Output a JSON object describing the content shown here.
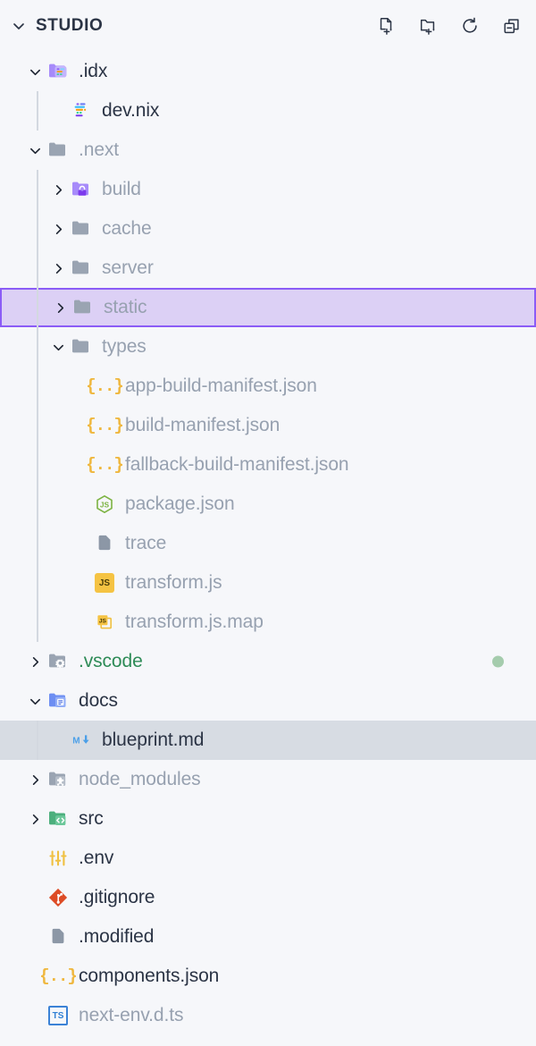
{
  "header": {
    "title": "STUDIO",
    "chevron_icon": "chevron-down-icon",
    "actions": [
      {
        "name": "new-file-button",
        "icon": "new-file-icon"
      },
      {
        "name": "new-folder-button",
        "icon": "new-folder-icon"
      },
      {
        "name": "refresh-button",
        "icon": "refresh-icon"
      },
      {
        "name": "collapse-all-button",
        "icon": "collapse-all-icon"
      }
    ]
  },
  "colors": {
    "background": "#f6f7fa",
    "text": "#2b3445",
    "text_dim": "#97a1b0",
    "text_added": "#2e8b57",
    "selection_bg": "#dcd0f5",
    "selection_border": "#8b5cf6",
    "active_bg": "#d7dce3",
    "status_dot": "#a5ccad"
  },
  "tree": [
    {
      "label": ".idx",
      "level": 1,
      "type": "folder",
      "twisty": "expanded",
      "icon": "folder-idx-icon",
      "state": "normal"
    },
    {
      "label": "dev.nix",
      "level": 2,
      "type": "file",
      "twisty": "none",
      "icon": "nix-icon",
      "state": "normal"
    },
    {
      "label": ".next",
      "level": 1,
      "type": "folder",
      "twisty": "expanded",
      "icon": "folder-icon",
      "state": "dim"
    },
    {
      "label": "build",
      "level": 2,
      "type": "folder",
      "twisty": "collapsed",
      "icon": "folder-build-icon",
      "state": "dim"
    },
    {
      "label": "cache",
      "level": 2,
      "type": "folder",
      "twisty": "collapsed",
      "icon": "folder-icon",
      "state": "dim"
    },
    {
      "label": "server",
      "level": 2,
      "type": "folder",
      "twisty": "collapsed",
      "icon": "folder-icon",
      "state": "dim"
    },
    {
      "label": "static",
      "level": 2,
      "type": "folder",
      "twisty": "collapsed",
      "icon": "folder-icon",
      "state": "dim",
      "selected": true
    },
    {
      "label": "types",
      "level": 2,
      "type": "folder",
      "twisty": "expanded",
      "icon": "folder-icon",
      "state": "dim"
    },
    {
      "label": "app-build-manifest.json",
      "level": 3,
      "type": "file",
      "twisty": "none",
      "icon": "json-icon",
      "state": "dim"
    },
    {
      "label": "build-manifest.json",
      "level": 3,
      "type": "file",
      "twisty": "none",
      "icon": "json-icon",
      "state": "dim"
    },
    {
      "label": "fallback-build-manifest.json",
      "level": 3,
      "type": "file",
      "twisty": "none",
      "icon": "json-icon",
      "state": "dim"
    },
    {
      "label": "package.json",
      "level": 3,
      "type": "file",
      "twisty": "none",
      "icon": "nodejs-icon",
      "state": "dim"
    },
    {
      "label": "trace",
      "level": 3,
      "type": "file",
      "twisty": "none",
      "icon": "file-icon",
      "state": "dim"
    },
    {
      "label": "transform.js",
      "level": 3,
      "type": "file",
      "twisty": "none",
      "icon": "javascript-icon",
      "state": "dim"
    },
    {
      "label": "transform.js.map",
      "level": 3,
      "type": "file",
      "twisty": "none",
      "icon": "javascript-map-icon",
      "state": "dim"
    },
    {
      "label": ".vscode",
      "level": 1,
      "type": "folder",
      "twisty": "collapsed",
      "icon": "folder-vscode-icon",
      "state": "added",
      "dot": true
    },
    {
      "label": "docs",
      "level": 1,
      "type": "folder",
      "twisty": "expanded",
      "icon": "folder-docs-icon",
      "state": "normal"
    },
    {
      "label": "blueprint.md",
      "level": 2,
      "type": "file",
      "twisty": "none",
      "icon": "markdown-icon",
      "state": "normal",
      "active": true
    },
    {
      "label": "node_modules",
      "level": 1,
      "type": "folder",
      "twisty": "collapsed",
      "icon": "folder-modules-icon",
      "state": "dim"
    },
    {
      "label": "src",
      "level": 1,
      "type": "folder",
      "twisty": "collapsed",
      "icon": "folder-src-icon",
      "state": "normal"
    },
    {
      "label": ".env",
      "level": 1,
      "type": "file",
      "twisty": "none",
      "icon": "tune-icon",
      "state": "normal"
    },
    {
      "label": ".gitignore",
      "level": 1,
      "type": "file",
      "twisty": "none",
      "icon": "git-icon",
      "state": "normal"
    },
    {
      "label": ".modified",
      "level": 1,
      "type": "file",
      "twisty": "none",
      "icon": "file-icon",
      "state": "normal"
    },
    {
      "label": "components.json",
      "level": 1,
      "type": "file",
      "twisty": "none",
      "icon": "json-icon",
      "state": "normal"
    },
    {
      "label": "next-env.d.ts",
      "level": 1,
      "type": "file",
      "twisty": "none",
      "icon": "typescript-icon",
      "state": "dim"
    }
  ]
}
